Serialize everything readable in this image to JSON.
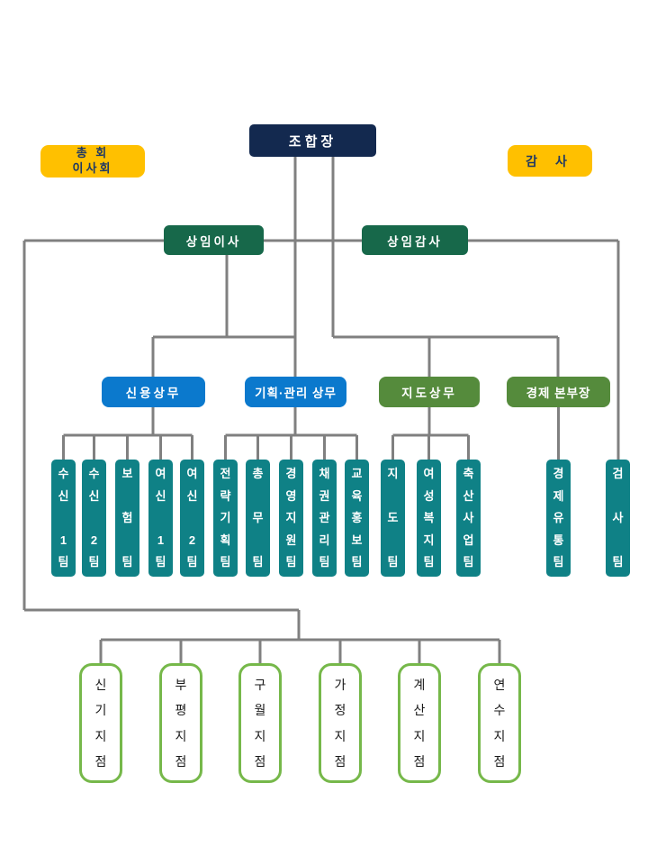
{
  "palette": {
    "chairman_navy": "#13294f",
    "assembly_yellow": "#ffc000",
    "yellow_text_navy": "#1f3864",
    "director_green": "#17684a",
    "manager_blue": "#0b79cd",
    "manager_olive": "#558b3c",
    "team_teal": "#0f8186",
    "branch_border_green": "#76b84a",
    "connector_gray": "#808080"
  },
  "chairman": {
    "label": "조합장"
  },
  "general_assembly": {
    "line1": "총 회",
    "line2": "이사회"
  },
  "auditor": {
    "label": "감 사"
  },
  "executive_director": {
    "label": "상임이사"
  },
  "standing_auditor": {
    "label": "상임감사"
  },
  "managers": [
    {
      "label": "신용상무"
    },
    {
      "label": "기획·관리 상무"
    },
    {
      "label": "지도상무"
    },
    {
      "label": "경제 본부장"
    }
  ],
  "teams": [
    {
      "label": "수신1팀",
      "display": "수신 1팀"
    },
    {
      "label": "수신2팀",
      "display": "수신 2팀"
    },
    {
      "label": "보험팀",
      "display": "보 험 팀"
    },
    {
      "label": "여신1팀",
      "display": "여신 1팀"
    },
    {
      "label": "여신2팀",
      "display": "여신 2팀"
    },
    {
      "label": "전략기획팀",
      "display": "전략기획팀"
    },
    {
      "label": "총무팀",
      "display": "총 무 팀"
    },
    {
      "label": "경영지원팀",
      "display": "경영지원팀"
    },
    {
      "label": "채권관리팀",
      "display": "채권관리팀"
    },
    {
      "label": "교육홍보팀",
      "display": "교육홍보팀"
    },
    {
      "label": "지도팀",
      "display": "지 도 팀"
    },
    {
      "label": "여성복지팀",
      "display": "여성복지팀"
    },
    {
      "label": "축산사업팀",
      "display": "축산사업팀"
    },
    {
      "label": "경제유통팀",
      "display": "경제유통팀"
    },
    {
      "label": "검사팀",
      "display": "검 사 팀"
    }
  ],
  "branches": [
    {
      "label": "신기지점",
      "display": "신기지점"
    },
    {
      "label": "부평지점",
      "display": "부평지점"
    },
    {
      "label": "구월지점",
      "display": "구월지점"
    },
    {
      "label": "가정지점",
      "display": "가정지점"
    },
    {
      "label": "계산지점",
      "display": "계산지점"
    },
    {
      "label": "연수지점",
      "display": "연수지점"
    }
  ]
}
